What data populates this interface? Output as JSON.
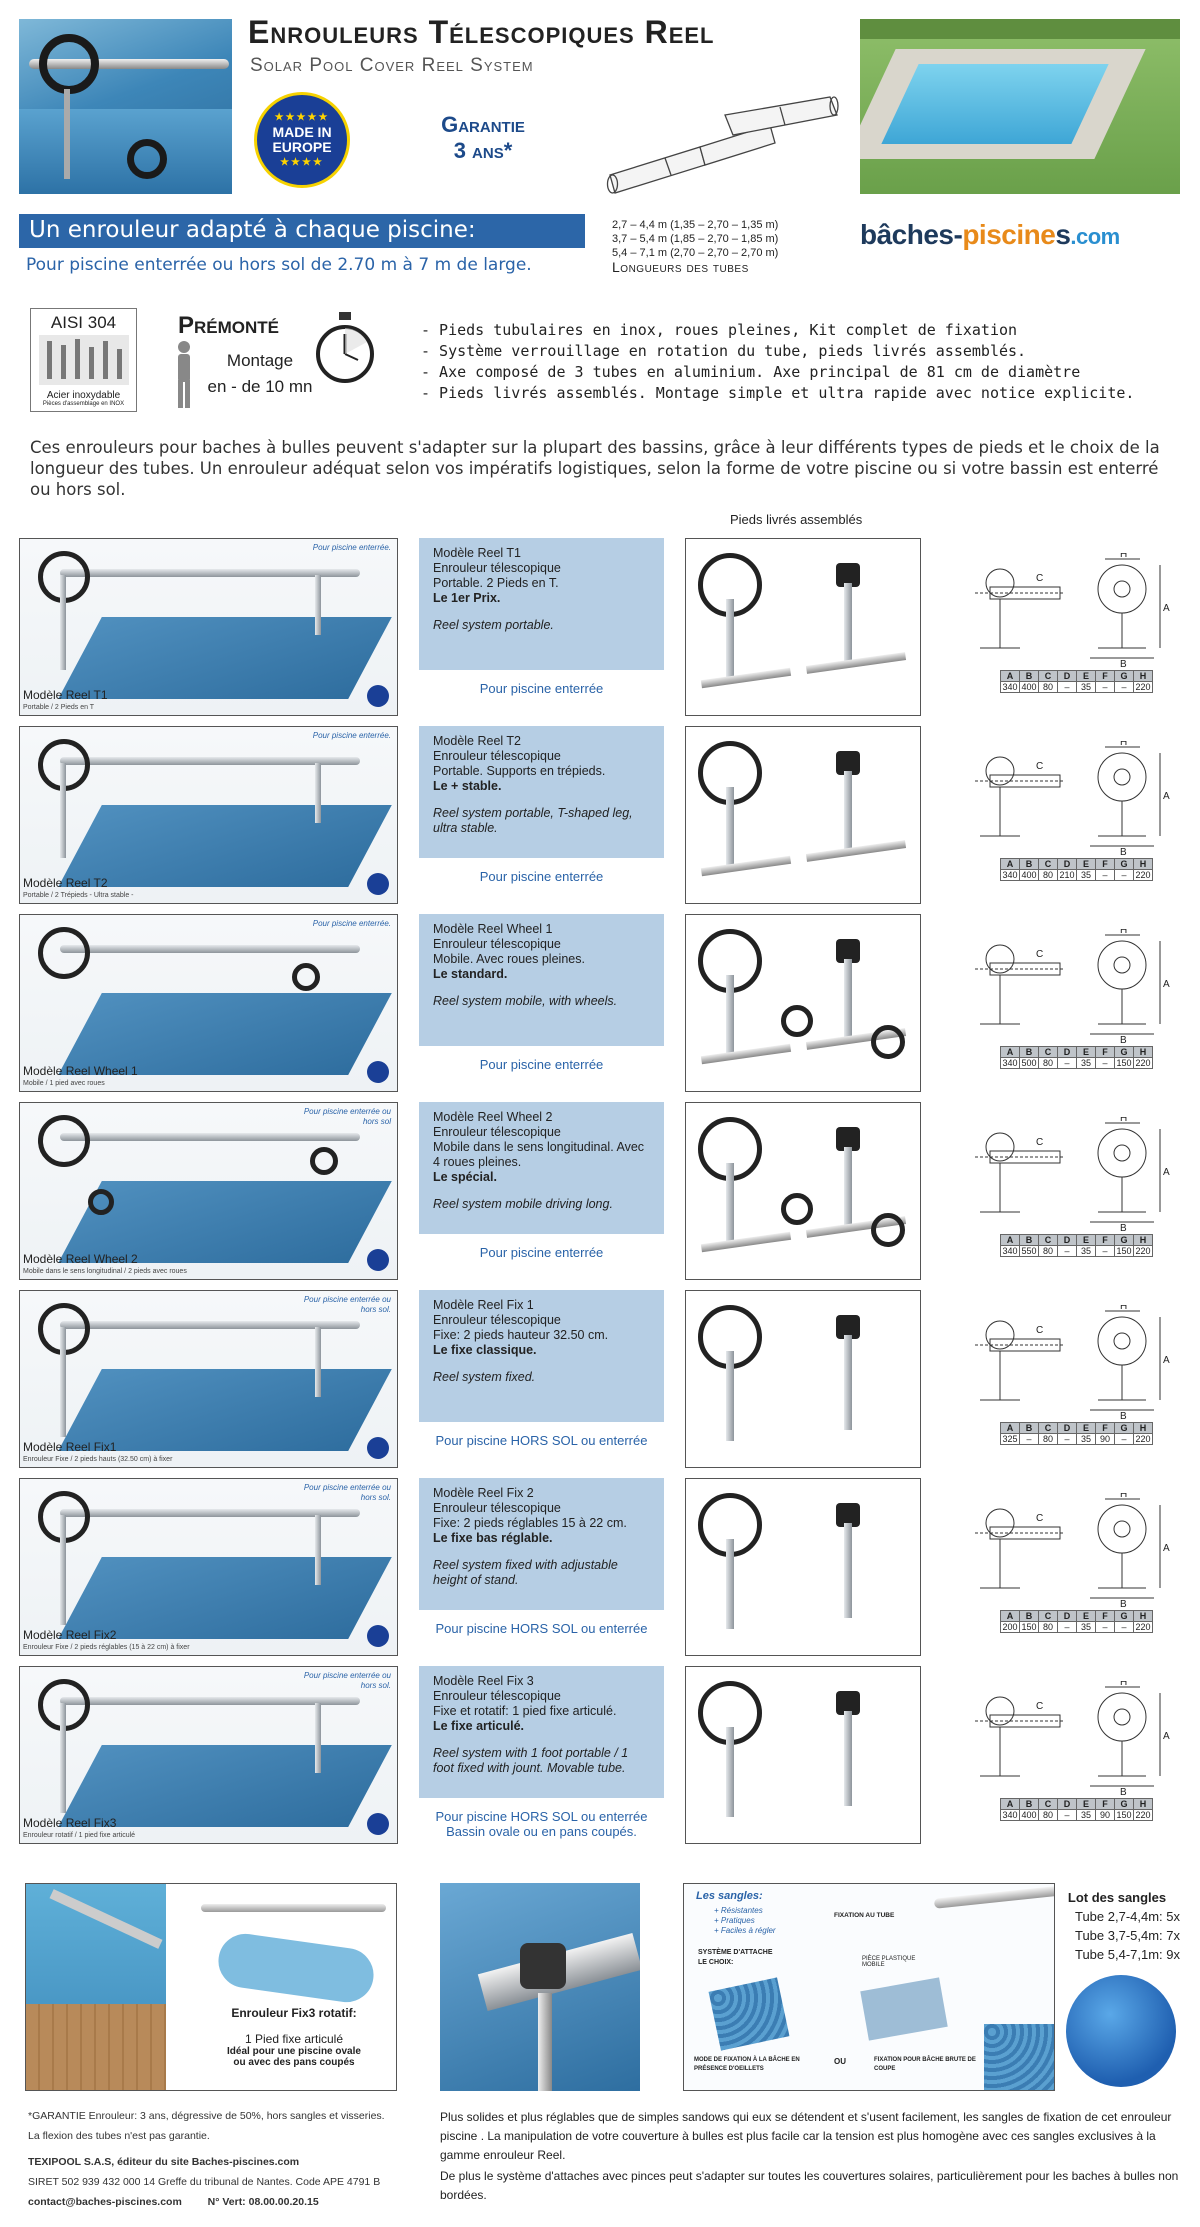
{
  "header": {
    "title": "Enrouleurs Télescopiques Reel",
    "subtitle": "Solar Pool Cover Reel System",
    "badge_line1": "MADE IN",
    "badge_line2": "EUROPE",
    "garantie_label": "Garantie",
    "garantie_value": "3 ans*"
  },
  "tube_lengths": {
    "rows": [
      "2,7 – 4,4 m  (1,35 – 2,70 – 1,35 m)",
      "3,7 – 5,4 m  (1,85 – 2,70 – 1,85 m)",
      "5,4 – 7,1 m  (2,70 – 2,70 – 2,70 m)"
    ],
    "caption": "Longueurs des tubes"
  },
  "banner": {
    "title": "Un enrouleur adapté à chaque piscine:",
    "subtitle": "Pour piscine enterrée ou hors sol de 2.70 m à 7 m de large."
  },
  "logo": {
    "part1": "bâches-",
    "part2": "piscine",
    "part3": "s",
    "part4": ".com"
  },
  "features": {
    "aisi_title": "AISI 304",
    "aisi_sub": "Acier inoxydable",
    "aisi_note": "Pièces d'assemblage en INOX",
    "premonte": "Prémonté",
    "montage1": "Montage",
    "montage2": "en - de 10 mn",
    "bullets": [
      "- Pieds tubulaires en inox, roues pleines, Kit complet de fixation",
      "- Système verrouillage en rotation du tube, pieds livrés assemblés.",
      "- Axe composé de 3 tubes en aluminium. Axe principal de 81 cm de diamètre",
      "- Pieds livrés assemblés. Montage simple et ultra rapide avec notice explicite."
    ]
  },
  "intro": "Ces enrouleurs pour baches à bulles peuvent s'adapter sur la plupart des bassins, grâce à leur différents types de pieds et le choix de la longueur des tubes. Un enrouleur adéquat selon vos impératifs logistiques, selon la forme de votre piscine ou si votre bassin est enterré ou hors sol.",
  "pieds_header": "Pieds livrés assemblés",
  "table_header": [
    "A",
    "B",
    "C",
    "D",
    "E",
    "F",
    "G",
    "H"
  ],
  "models": [
    {
      "label": "Modèle Reel T1",
      "sublabel": "Portable / 2 Pieds en T",
      "tag": "Pour piscine enterrée.",
      "name": "Modèle Reel T1",
      "l1": "Enrouleur télescopique",
      "l2": "Portable. 2 Pieds en T.",
      "bold": "Le 1er Prix.",
      "en": "Reel system portable.",
      "link": "Pour piscine enterrée",
      "dims": [
        "340",
        "400",
        "80",
        "–",
        "35",
        "–",
        "–",
        "220"
      ]
    },
    {
      "label": "Modèle Reel T2",
      "sublabel": "Portable / 2 Trépieds - Ultra stable -",
      "tag": "Pour piscine enterrée.",
      "name": "Modèle Reel T2",
      "l1": "Enrouleur télescopique",
      "l2": "Portable. Supports en trépieds.",
      "bold": "Le + stable.",
      "en": "Reel system portable, T-shaped leg, ultra stable.",
      "link": "Pour piscine enterrée",
      "dims": [
        "340",
        "400",
        "80",
        "210",
        "35",
        "–",
        "–",
        "220"
      ]
    },
    {
      "label": "Modèle Reel Wheel 1",
      "sublabel": "Mobile / 1 pied avec roues",
      "tag": "Pour piscine enterrée.",
      "name": "Modèle Reel Wheel 1",
      "l1": "Enrouleur télescopique",
      "l2": "Mobile. Avec roues pleines.",
      "bold": "Le standard.",
      "en": "Reel system mobile, with wheels.",
      "link": "Pour piscine enterrée",
      "dims": [
        "340",
        "500",
        "80",
        "–",
        "35",
        "–",
        "150",
        "220"
      ]
    },
    {
      "label": "Modèle Reel Wheel 2",
      "sublabel": "Mobile dans le sens longitudinal / 2 pieds avec roues",
      "tag": "Pour piscine enterrée ou hors sol",
      "name": "Modèle Reel Wheel 2",
      "l1": "Enrouleur télescopique",
      "l2": "Mobile dans le sens longitudinal. Avec 4 roues pleines.",
      "bold": "Le spécial.",
      "en": "Reel system mobile driving long.",
      "link": "Pour piscine enterrée",
      "dims": [
        "340",
        "550",
        "80",
        "–",
        "35",
        "–",
        "150",
        "220"
      ]
    },
    {
      "label": "Modèle Reel Fix1",
      "sublabel": "Enrouleur Fixe / 2 pieds hauts (32.50 cm) à fixer",
      "tag": "Pour piscine enterrée ou hors sol.",
      "name": "Modèle Reel Fix 1",
      "l1": "Enrouleur télescopique",
      "l2": "Fixe: 2 pieds hauteur 32.50 cm.",
      "bold": "Le fixe classique.",
      "en": "Reel system fixed.",
      "link": "Pour piscine HORS SOL ou enterrée",
      "dims": [
        "325",
        "–",
        "80",
        "–",
        "35",
        "90",
        "–",
        "220"
      ]
    },
    {
      "label": "Modèle Reel Fix2",
      "sublabel": "Enrouleur Fixe / 2 pieds réglables (15 à 22 cm) à fixer",
      "tag": "Pour piscine enterrée ou hors sol.",
      "name": "Modèle Reel Fix 2",
      "l1": "Enrouleur télescopique",
      "l2": "Fixe: 2 pieds réglables 15 à 22 cm.",
      "bold": "Le fixe bas réglable.",
      "en": "Reel system fixed with adjustable height of stand.",
      "link": "Pour piscine HORS SOL ou enterrée",
      "dims": [
        "200",
        "150",
        "80",
        "–",
        "35",
        "–",
        "–",
        "220"
      ]
    },
    {
      "label": "Modèle Reel Fix3",
      "sublabel": "Enrouleur rotatif / 1 pied fixe articulé",
      "tag": "Pour piscine enterrée ou hors sol.",
      "name": "Modèle Reel Fix 3",
      "l1": "Enrouleur télescopique",
      "l2": "Fixe et rotatif: 1 pied fixe articulé.",
      "bold": "Le fixe articulé.",
      "en": "Reel system with 1 foot portable / 1 foot fixed with jount. Movable tube.",
      "link": "Pour piscine HORS SOL ou enterrée Bassin ovale ou en pans coupés.",
      "dims": [
        "340",
        "400",
        "80",
        "–",
        "35",
        "90",
        "150",
        "220"
      ]
    }
  ],
  "fix3_panel": {
    "title": "Enrouleur Fix3 rotatif:",
    "l1": "1 Pied fixe articulé",
    "l2": "Idéal pour une piscine ovale",
    "l3": "ou avec des pans coupés"
  },
  "sangles_panel": {
    "title": "Les sangles:",
    "b1": "+ Résistantes",
    "b2": "+ Pratiques",
    "b3": "+ Faciles à régler",
    "fix_tube": "Fixation au tube",
    "piece": "Pièce plastique mobile",
    "systeme": "Système d'attache le choix:",
    "mode": "Mode de fixation à la bâche en présence d'oeillets",
    "ou": "OU",
    "fix_bache": "Fixation pour bâche brute de coupe"
  },
  "lot": {
    "title": "Lot des sangles",
    "rows": [
      "Tube 2,7-4,4m: 5x",
      "Tube 3,7-5,4m: 7x",
      "Tube 5,4-7,1m: 9x"
    ]
  },
  "footer": {
    "garantie": "*GARANTIE Enrouleur: 3 ans, dégressive de 50%, hors sangles et visseries.",
    "flexion": "La flexion des tubes n'est pas garantie.",
    "company": "TEXIPOOL S.A.S, éditeur du site Baches-piscines.com",
    "siret": "SIRET 502 939 432 000 14 Greffe du tribunal de Nantes. Code APE 4791 B",
    "contact": "contact@baches-piscines.com",
    "vert": "N° Vert: 08.00.00.20.15",
    "p1": "Plus solides et plus réglables que de simples sandows qui eux se détendent et s'usent facilement, les sangles de fixation de cet enrouleur piscine . La manipulation de votre couverture à bulles est plus facile car la tension est plus homogène avec ces sangles exclusives à la gamme enrouleur Reel.",
    "p2": "De plus le système d'attaches avec pinces peut s'adapter sur toutes les couvertures solaires, particulièrement pour les baches à bulles non bordées."
  },
  "colors": {
    "banner_blue": "#2c66a8",
    "desc_blue": "#b6cee4",
    "link_blue": "#2a63a8",
    "logo_orange": "#e88a1a"
  }
}
